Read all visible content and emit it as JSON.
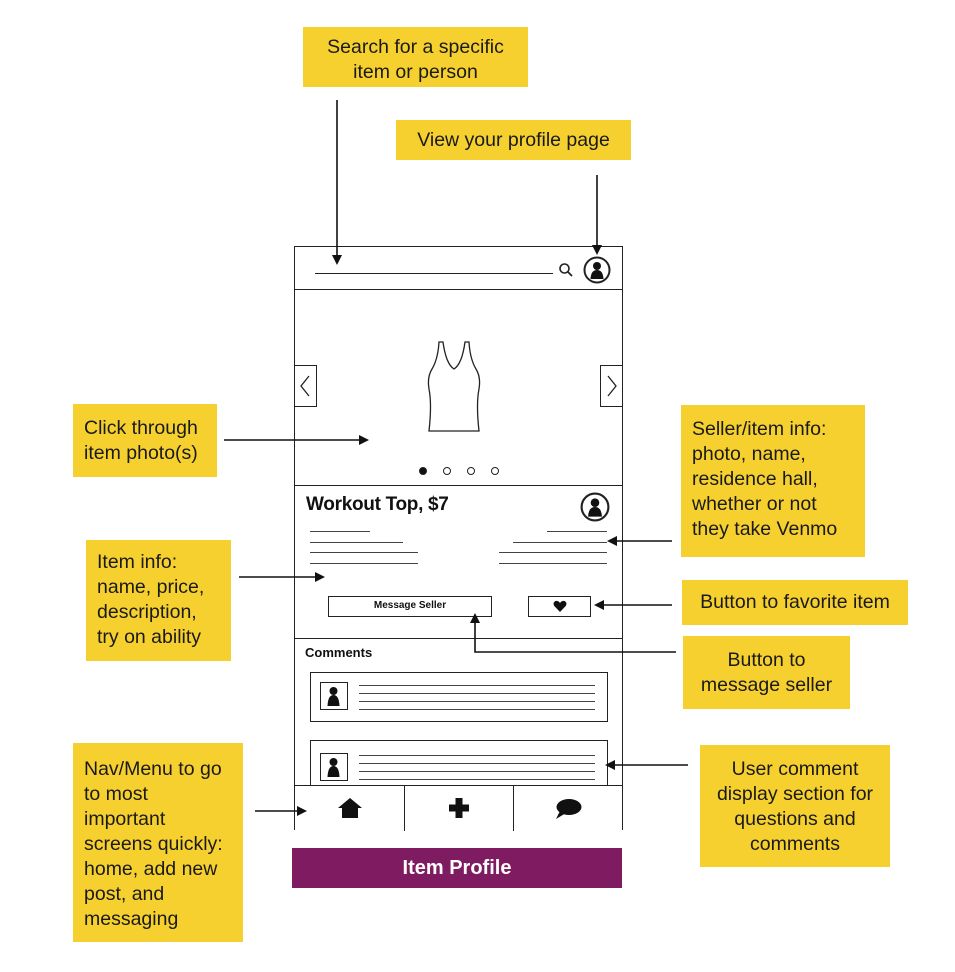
{
  "annotations": {
    "search": "Search for a specific\nitem or person",
    "profile": "View your profile page",
    "photos": "Click through\nitem photo(s)",
    "seller_info": "Seller/item info:\nphoto, name,\nresidence hall,\nwhether or not\nthey take Venmo",
    "item_info": "Item info:\nname, price,\ndescription,\ntry on ability",
    "favorite": "Button to favorite item",
    "message": "Button to\nmessage seller",
    "nav": "Nav/Menu to go\nto most\nimportant\nscreens quickly:\nhome, add new\npost, and\nmessaging",
    "comments": "User comment\ndisplay section for\nquestions and\ncomments"
  },
  "phone": {
    "item_title": "Workout Top, $7",
    "message_button": "Message Seller",
    "comments_label": "Comments",
    "carousel": {
      "dots": 4,
      "active": 1
    },
    "nav_icons": [
      "home-icon",
      "plus-icon",
      "chat-icon"
    ]
  },
  "footer": {
    "label": "Item Profile"
  },
  "colors": {
    "note": "#f6d02f",
    "footer": "#7f1b60"
  }
}
